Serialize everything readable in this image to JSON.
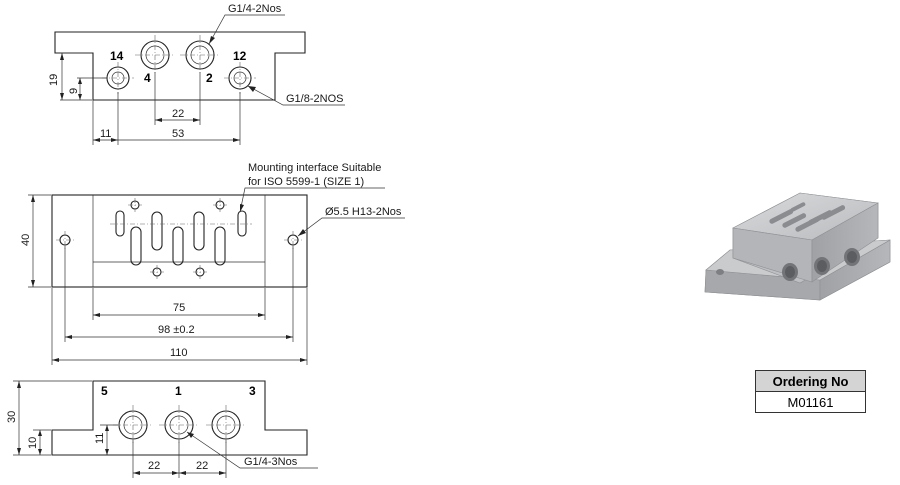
{
  "top_view": {
    "port_labels": [
      "14",
      "4",
      "2",
      "12"
    ],
    "callout_ports_large": "G1/4-2Nos",
    "callout_ports_small": "G1/8-2NOS",
    "dims": {
      "height_19": "19",
      "height_9": "9",
      "pitch_22": "22",
      "offset_11": "11",
      "span_53": "53"
    }
  },
  "front_view": {
    "callout_interface_line1": "Mounting interface Suitable",
    "callout_interface_line2": "for ISO 5599-1 (SIZE 1)",
    "callout_mount_holes": "Ø5.5 H13-2Nos",
    "dims": {
      "height_40": "40",
      "width_75": "75",
      "width_98": "98 ±0.2",
      "width_110": "110"
    }
  },
  "bottom_view": {
    "port_labels": [
      "5",
      "1",
      "3"
    ],
    "callout_ports": "G1/4-3Nos",
    "dims": {
      "height_30": "30",
      "height_10": "10",
      "height_11": "11",
      "pitch_22a": "22",
      "pitch_22b": "22"
    }
  },
  "ordering": {
    "header": "Ordering No",
    "value": "M01161"
  },
  "colors": {
    "line": "#222222",
    "table_header": "#d4d4d4",
    "render_body": "#c4c6c8"
  }
}
